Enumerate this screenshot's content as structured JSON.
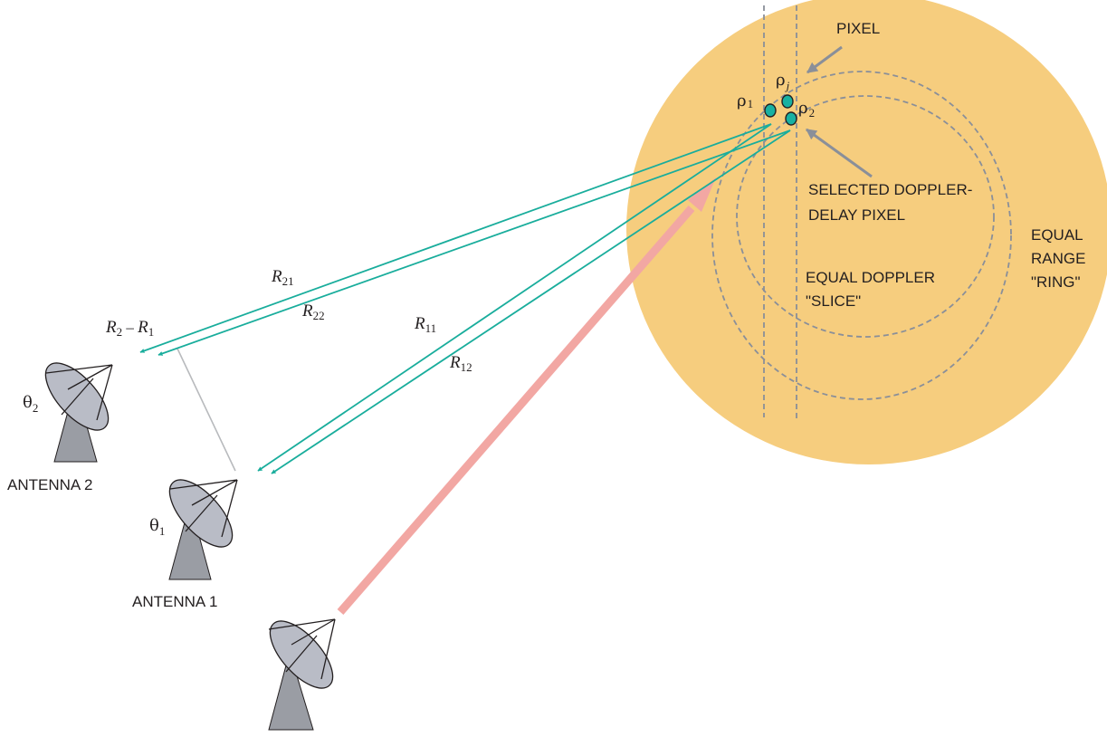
{
  "colors": {
    "planet": "#f6cd7e",
    "ray": "#19ad9c",
    "pixel_dot": "#18b1a2",
    "transmit_beam": "#f2a7a3",
    "pointer_arrow": "#8a8f99",
    "antenna": "#b9bcc6"
  },
  "labels": {
    "pixel": "PIXEL",
    "selected_line1": "SELECTED DOPPLER-",
    "selected_line2": "DELAY PIXEL",
    "equal_range_line1": "EQUAL",
    "equal_range_line2": "RANGE",
    "equal_range_line3": "\"RING\"",
    "equal_doppler_line1": "EQUAL DOPPLER",
    "equal_doppler_line2": "\"SLICE\"",
    "antenna2": "ANTENNA 2",
    "antenna1": "ANTENNA 1"
  },
  "symbols": {
    "rho": "ρ",
    "rho1_sub": "1",
    "rho2_sub": "2",
    "rhoj_sub": "j",
    "theta": "θ",
    "theta1_sub": "1",
    "theta2_sub": "2",
    "R": "R",
    "minus": " – ",
    "r21_sub": "21",
    "r22_sub": "22",
    "r11_sub": "11",
    "r12_sub": "12",
    "r2_sub": "2",
    "r1_sub": "1"
  },
  "icons": [
    "antenna-dish-icon",
    "arrow-icon"
  ]
}
